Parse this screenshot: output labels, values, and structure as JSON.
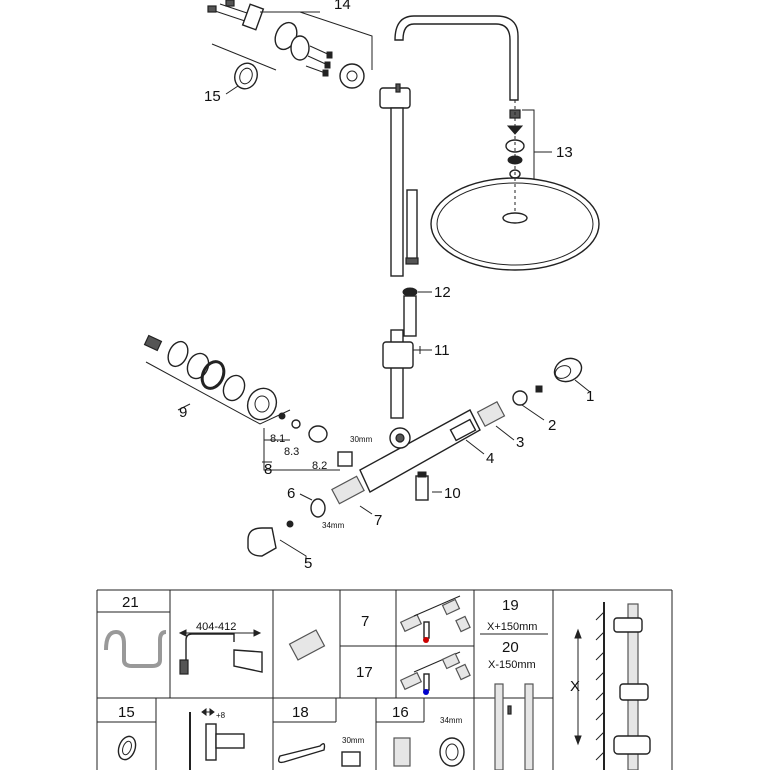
{
  "callouts": {
    "c1": "1",
    "c2": "2",
    "c3": "3",
    "c4": "4",
    "c5": "5",
    "c6": "6",
    "c7": "7",
    "c8": "8",
    "c8_1": "8.1",
    "c8_2": "8.2",
    "c8_3": "8.3",
    "c9": "9",
    "c10": "10",
    "c11": "11",
    "c12": "12",
    "c13": "13",
    "c14": "14",
    "c15": "15"
  },
  "dims": {
    "wrench_30": "30mm",
    "ring_34": "34mm"
  },
  "table": {
    "cell_21": "21",
    "arm_dim": "404-412",
    "row_7": "7",
    "row_17": "17",
    "cell_19": "19",
    "cell_19_sub": "X+150mm",
    "cell_20": "20",
    "cell_20_sub": "X-150mm",
    "x_label": "X",
    "cell_15": "15",
    "offset": "+8",
    "cell_18": "18",
    "tool_30": "30mm",
    "cell_16": "16",
    "tool_34": "34mm"
  }
}
